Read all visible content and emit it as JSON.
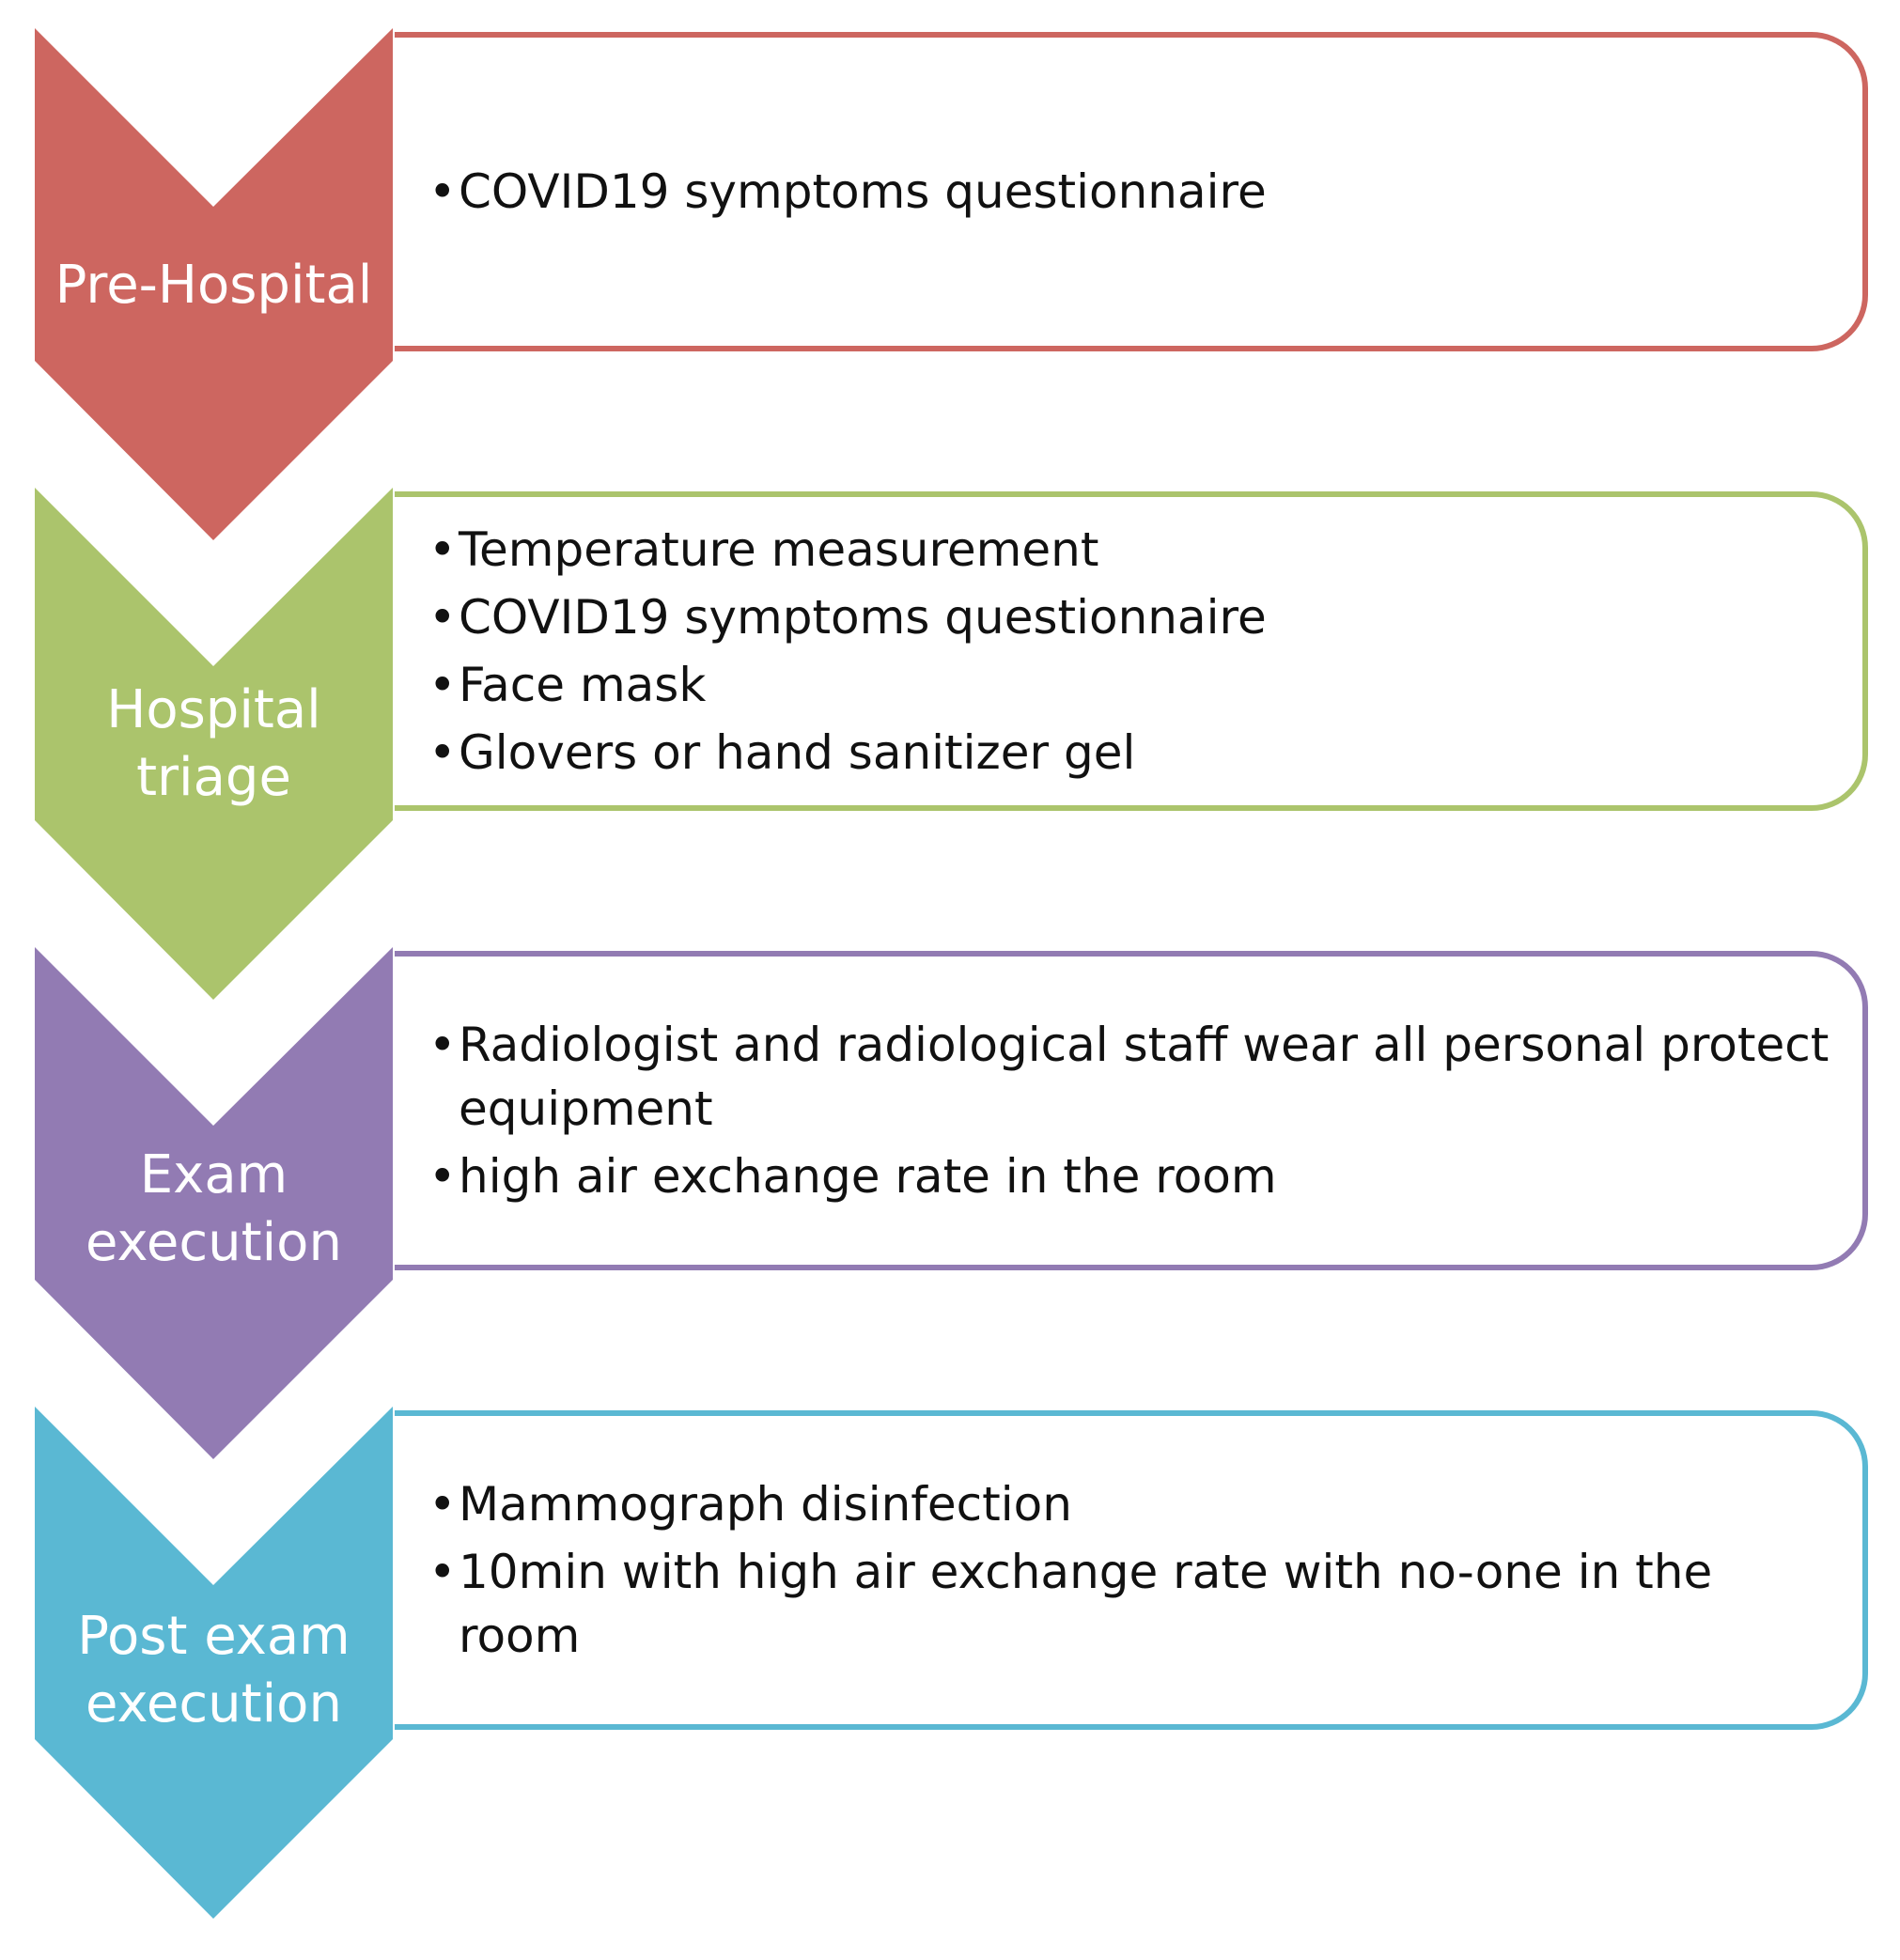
{
  "stages": [
    {
      "label_lines": [
        "Pre-Hospital"
      ],
      "color": "#cd6660",
      "items": [
        "COVID19 symptoms questionnaire"
      ]
    },
    {
      "label_lines": [
        "Hospital",
        "triage"
      ],
      "color": "#abc46c",
      "items": [
        "Temperature measurement",
        "COVID19 symptoms questionnaire",
        "Face mask",
        "Glovers or hand sanitizer gel"
      ]
    },
    {
      "label_lines": [
        "Exam",
        "execution"
      ],
      "color": "#927bb3",
      "items": [
        "Radiologist and radiological staff wear all personal protect equipment",
        " high air exchange rate in the room"
      ]
    },
    {
      "label_lines": [
        "Post exam",
        "execution"
      ],
      "color": "#5ab8d3",
      "items": [
        "Mammograph disinfection",
        "10min with high air exchange rate with no-one in the room"
      ]
    }
  ]
}
